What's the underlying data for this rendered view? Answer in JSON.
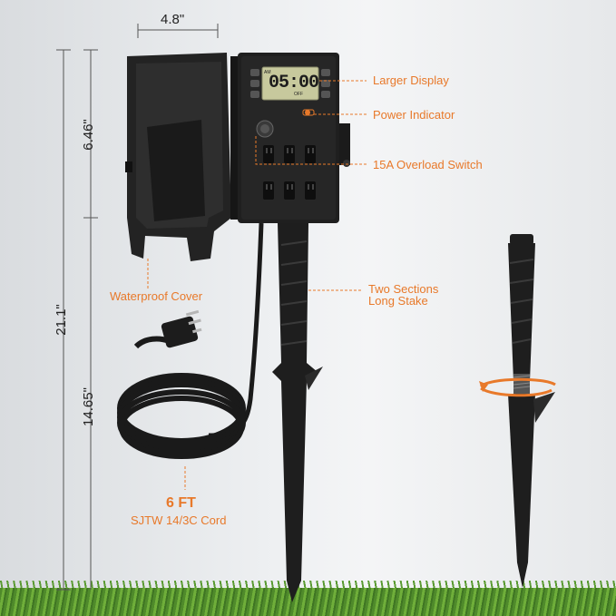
{
  "dimensions": {
    "width_label": "4.8\"",
    "upper_height": "6.46\"",
    "total_height": "21.1\"",
    "stake_height": "14.65\""
  },
  "callouts": {
    "display": "Larger Display",
    "power_indicator": "Power Indicator",
    "overload_switch": "15A Overload Switch",
    "stake_line1": "Two Sections",
    "stake_line2": "Long Stake",
    "cover": "Waterproof Cover",
    "cord_length": "6 FT",
    "cord_type": "SJTW 14/3C Cord"
  },
  "display": {
    "time": "05:00",
    "ampm": "AM",
    "mode": "OFF"
  },
  "colors": {
    "accent": "#e8792a",
    "device": "#1f1f1f"
  }
}
